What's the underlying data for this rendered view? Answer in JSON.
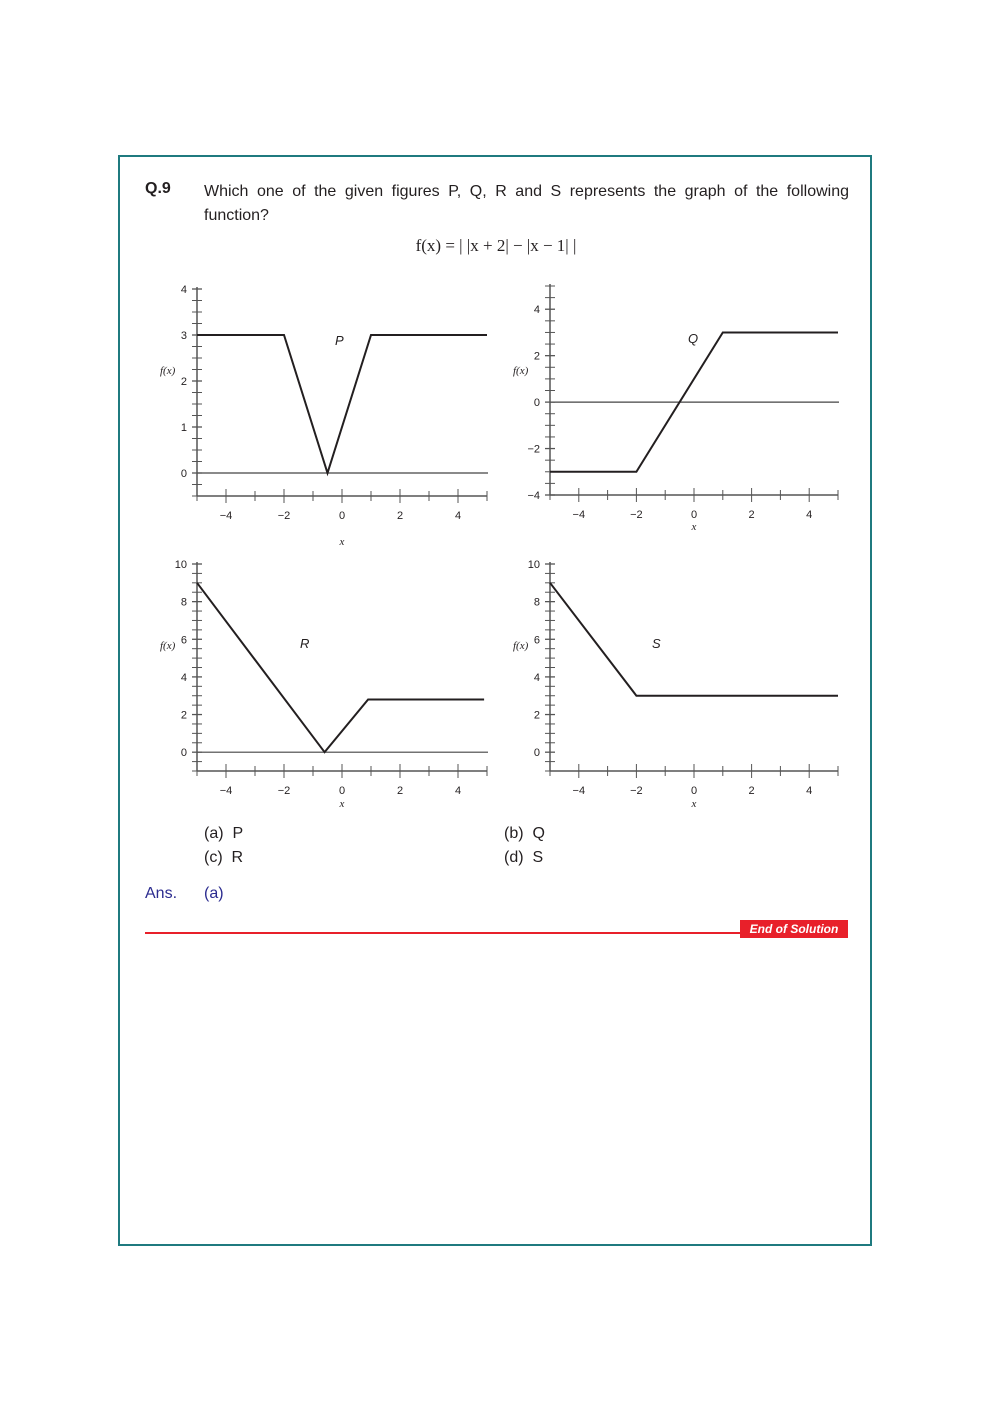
{
  "question": {
    "number": "Q.9",
    "text": "Which one of the given figures P, Q, R and S represents the graph of the following function?",
    "formula": "f(x) = | |x + 2| − |x − 1| |"
  },
  "options": [
    {
      "key": "(a)",
      "label": "P"
    },
    {
      "key": "(b)",
      "label": "Q"
    },
    {
      "key": "(c)",
      "label": "R"
    },
    {
      "key": "(d)",
      "label": "S"
    }
  ],
  "answer": {
    "label": "Ans.",
    "value": "(a)"
  },
  "end_badge": "End of Solution",
  "colors": {
    "frame": "#1f7a7f",
    "answer": "#2b2b8f",
    "end_line": "#e8202a",
    "curve": "#231f20"
  },
  "chart_data": [
    {
      "type": "line",
      "title": "P",
      "xlabel": "x",
      "ylabel": "f(x)",
      "xlim": [
        -5,
        5
      ],
      "ylim": [
        -0.5,
        4
      ],
      "xticks": [
        -4,
        -2,
        0,
        2,
        4
      ],
      "yticks": [
        0,
        1,
        2,
        3,
        4
      ],
      "x": [
        -5,
        -2,
        -0.5,
        1,
        5
      ],
      "y": [
        3,
        3,
        0,
        3,
        3
      ],
      "grid": false
    },
    {
      "type": "line",
      "title": "Q",
      "xlabel": "x",
      "ylabel": "f(x)",
      "xlim": [
        -5,
        5
      ],
      "ylim": [
        -4,
        5
      ],
      "xticks": [
        -4,
        -2,
        0,
        2,
        4
      ],
      "yticks": [
        -4,
        -2,
        0,
        2,
        4
      ],
      "x": [
        -5,
        -2,
        1,
        5
      ],
      "y": [
        -3,
        -3,
        3,
        3
      ],
      "grid": false
    },
    {
      "type": "line",
      "title": "R",
      "xlabel": "x",
      "ylabel": "f(x)",
      "xlim": [
        -5,
        5
      ],
      "ylim": [
        -1,
        10
      ],
      "xticks": [
        -4,
        -2,
        0,
        2,
        4
      ],
      "yticks": [
        0,
        2,
        4,
        6,
        8,
        10
      ],
      "x": [
        -5,
        -0.6,
        0.9,
        4.9
      ],
      "y": [
        9,
        0,
        2.8,
        2.8
      ],
      "grid": false
    },
    {
      "type": "line",
      "title": "S",
      "xlabel": "x",
      "ylabel": "f(x)",
      "xlim": [
        -5,
        5
      ],
      "ylim": [
        -1,
        10
      ],
      "xticks": [
        -4,
        -2,
        0,
        2,
        4
      ],
      "yticks": [
        0,
        2,
        4,
        6,
        8,
        10
      ],
      "x": [
        -5,
        -2,
        5
      ],
      "y": [
        9,
        3,
        3
      ],
      "grid": false
    }
  ]
}
